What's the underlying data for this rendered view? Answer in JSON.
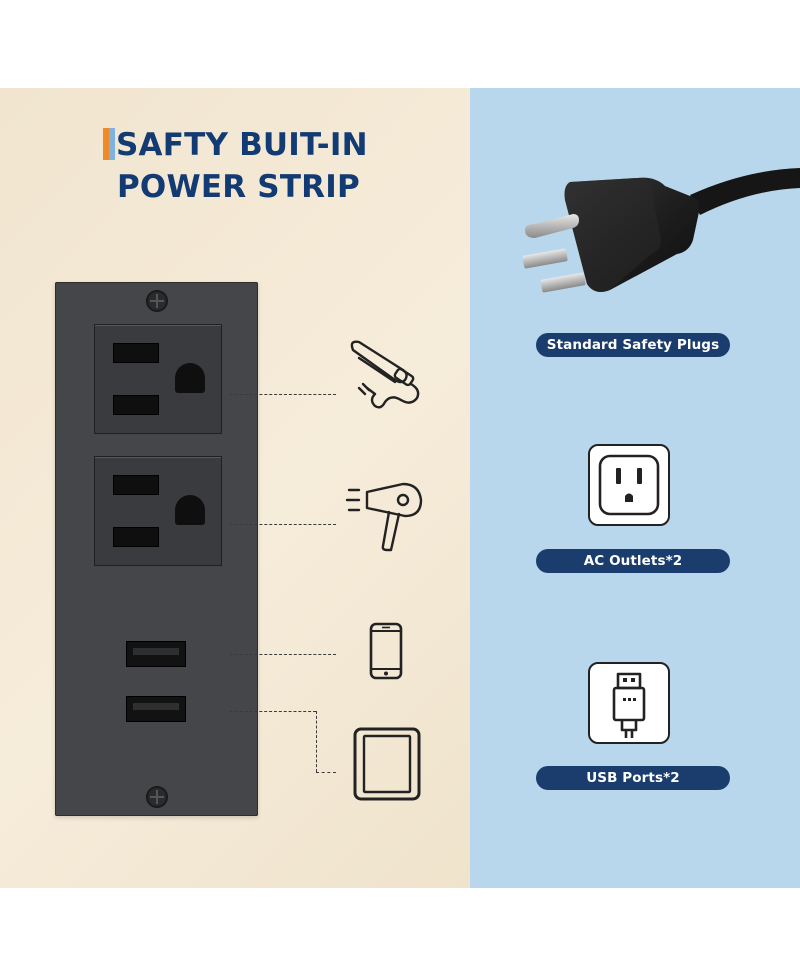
{
  "title": {
    "line1": "SAFTY BUIT-IN",
    "line2": "POWER STRIP"
  },
  "features": [
    {
      "label": "Standard Safety Plugs",
      "icon": "plug-icon"
    },
    {
      "label": "AC Outlets*2",
      "icon": "outlet-icon"
    },
    {
      "label": "USB Ports*2",
      "icon": "usb-icon"
    }
  ],
  "devices": [
    {
      "icon": "curling-iron-icon"
    },
    {
      "icon": "hair-dryer-icon"
    },
    {
      "icon": "phone-icon"
    },
    {
      "icon": "tablet-icon"
    }
  ],
  "colors": {
    "title": "#123a73",
    "pill": "#1b3d6e",
    "left_bg": "#f3e8d4",
    "right_bg": "#b9d7ec",
    "strip": "#444649",
    "accent_orange": "#f08a24",
    "accent_blue": "#7fb2e0"
  }
}
